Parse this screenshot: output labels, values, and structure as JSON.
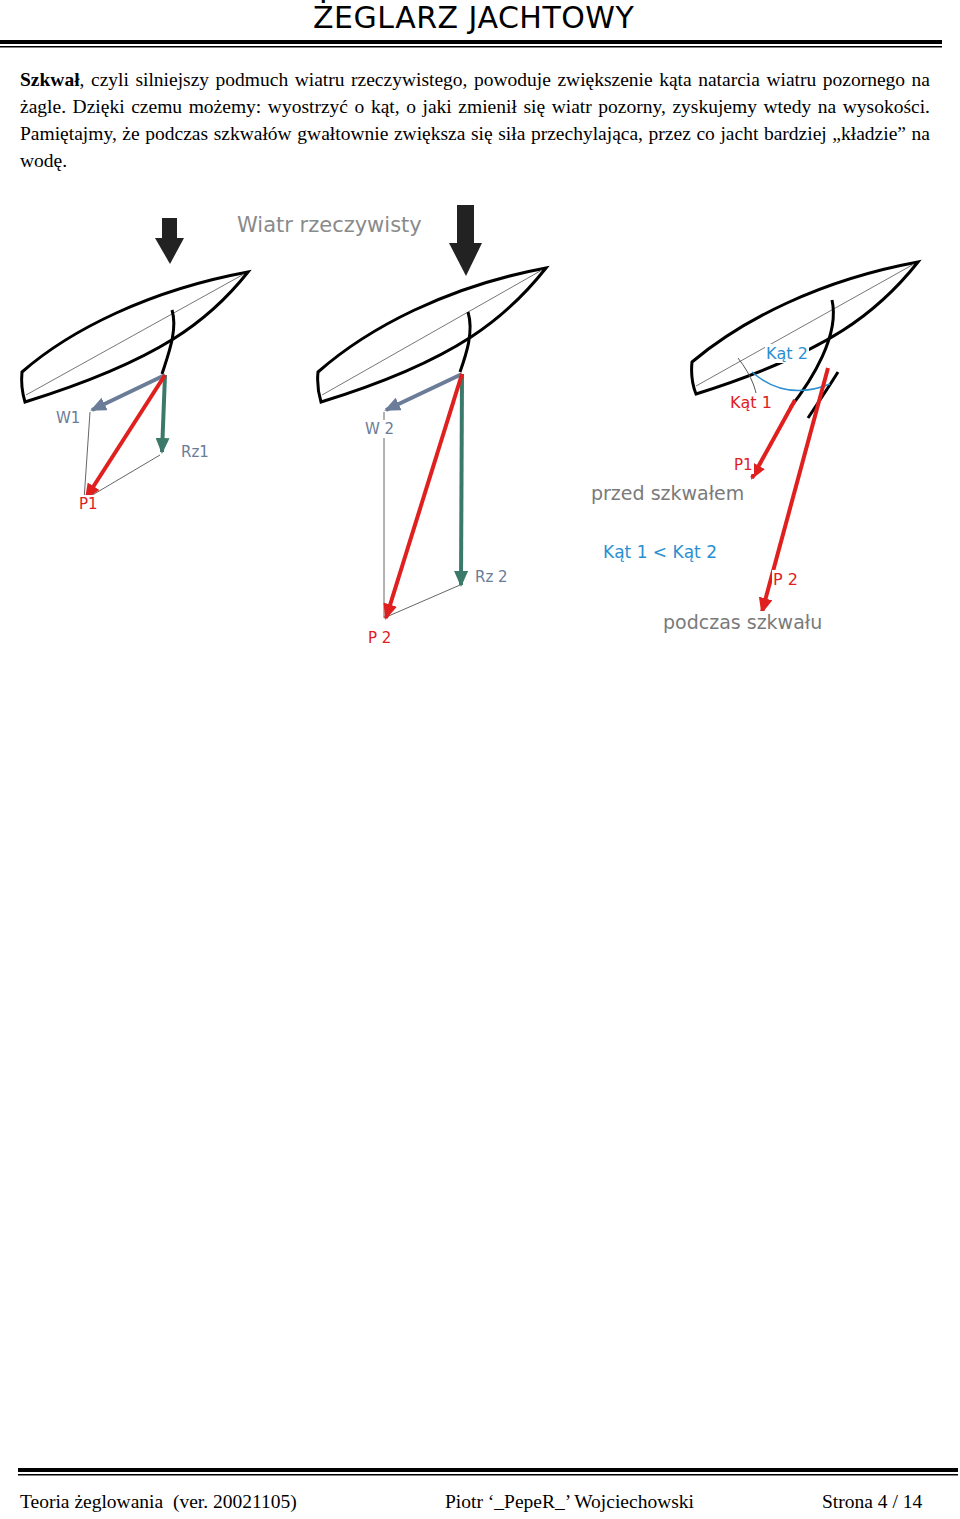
{
  "diagram": {
    "title": "ŻEGLARZ JACHTOWY",
    "labels": [
      "Szkwał",
      ", czyli silniejszy podmuch wiatru rzeczywistego, powoduje zwiększenie kąta natarcia wiatru pozornego na żagle. Dzięki czemu możemy: wyostrzyć o kąt, o jaki zmienił się wiatr pozorny, zyskujemy wtedy na wysokości. Pamiętajmy, że podczas szkwałów gwałtownie zwiększa się siła przechylająca, przez co jacht bardziej „kładzie” na wodę.",
      "Wiatr rzeczywisty",
      "W1",
      "Rz1",
      "P1",
      "W 2",
      "Rz 2",
      "P 2",
      "Kąt 2",
      "Kąt 1",
      "P1",
      "przed szkwałem",
      "Kąt 1 < Kąt 2",
      "P 2",
      "podczas szkwału",
      "Teoria żeglowania  (ver. 20021105)",
      "Piotr ‘_PepeR_’ Wojciechowski",
      "Strona 4 / 14"
    ]
  }
}
